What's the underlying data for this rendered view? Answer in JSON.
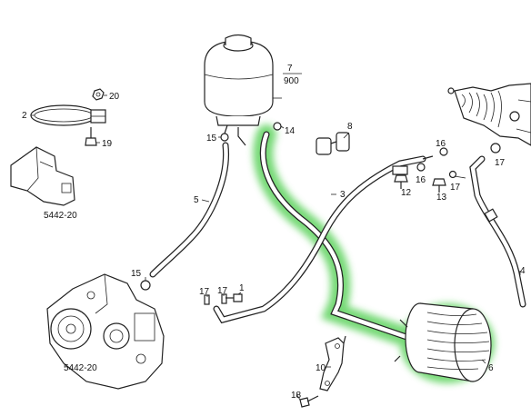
{
  "labels": {
    "l2": "2",
    "l20": "20",
    "l19": "19",
    "l5442a": "5442-20",
    "l7": "7",
    "l900": "900",
    "l15a": "15",
    "l14": "14",
    "l5": "5",
    "l15b": "15",
    "l8": "8",
    "l3": "3",
    "l16a": "16",
    "l17a": "17",
    "l12": "12",
    "l16b": "16",
    "l13": "13",
    "l17b": "17",
    "l4": "4",
    "l17c": "17",
    "l17d": "17",
    "l1": "1",
    "l5442b": "5442-20",
    "l10": "10",
    "l6": "6",
    "l18": "18"
  },
  "colors": {
    "highlight": "#5fd35f",
    "ink": "#222222"
  }
}
